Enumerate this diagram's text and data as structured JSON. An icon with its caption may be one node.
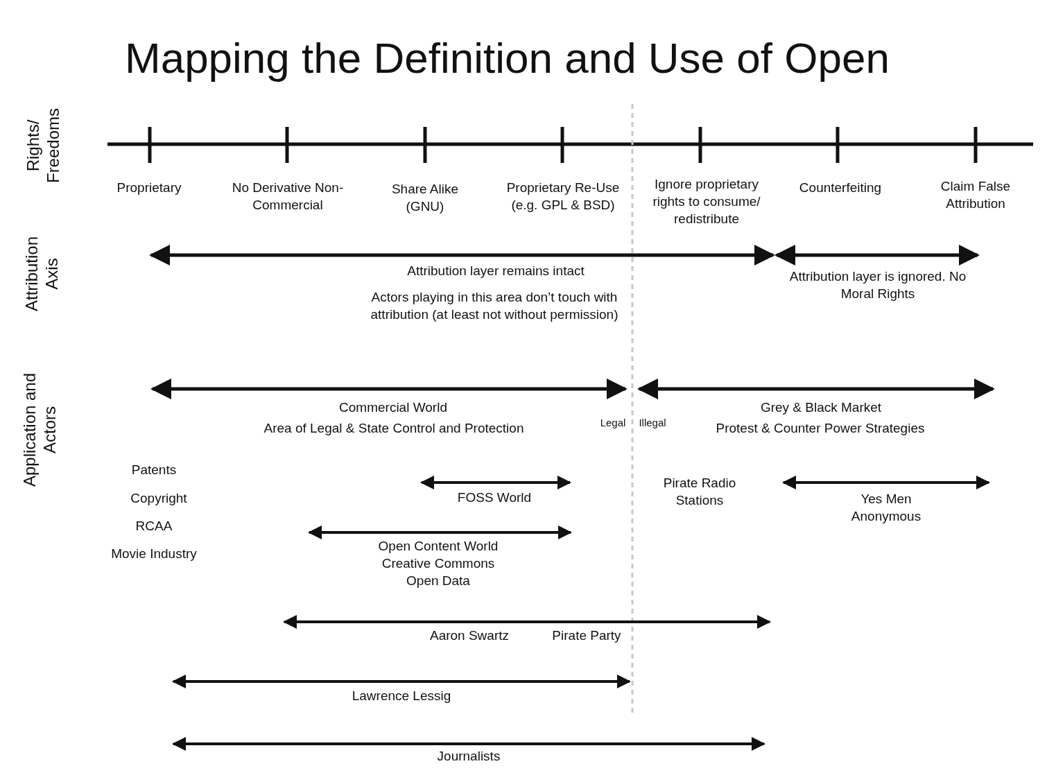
{
  "diagram": {
    "title": "Mapping the Definition and Use of Open",
    "labels": [
      "Rights/ Freedoms",
      "Proprietary",
      "No Derivative Non-Commercial",
      "Share Alike (GNU)",
      "Proprietary Re-Use (e.g. GPL & BSD)",
      "Ignore proprietary rights to consume/ redistribute",
      "Counterfeiting",
      "Claim False Attribution",
      "Attribution Axis",
      "Attribution layer remains intact",
      "Attribution layer is ignored. No Moral Rights",
      "Actors playing in this area don’t touch with attribution (at least not without permission)",
      "Application and Actors",
      "Commercial World",
      "Area of Legal & State Control and Protection",
      "Grey & Black Market",
      "Protest & Counter Power Strategies",
      "Legal",
      "Illegal",
      "Patents",
      "Copyright",
      "FOSS World",
      "Pirate Radio Stations",
      "Yes Men Anonymous",
      "RCAA",
      "Movie Industry",
      "Open Content World Creative Commons Open Data",
      "Aaron Swartz",
      "Pirate Party",
      "Lawrence Lessig",
      "Journalists"
    ]
  }
}
